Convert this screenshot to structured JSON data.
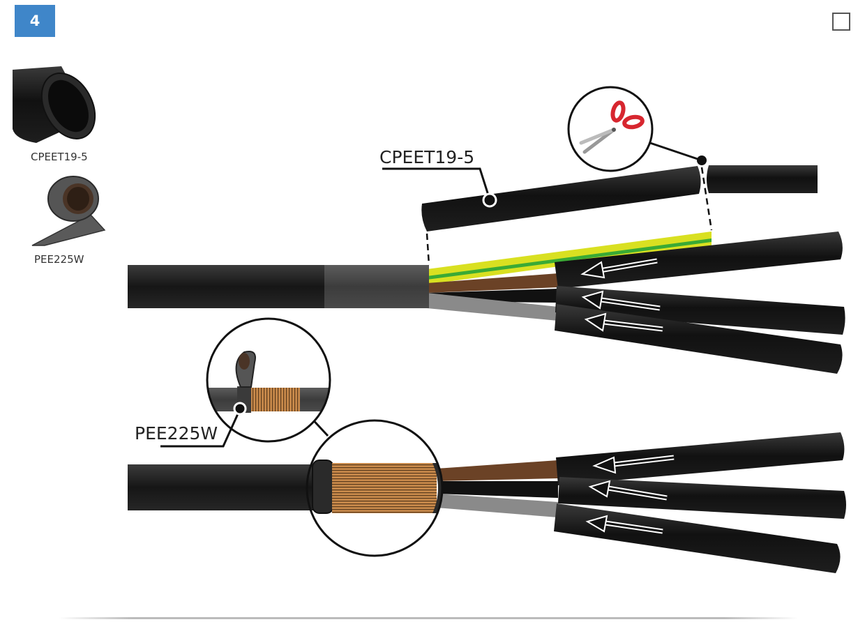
{
  "step": {
    "number": "4"
  },
  "parts": [
    {
      "code": "CPEET19-5",
      "icon": "heat-shrink-tube-icon"
    },
    {
      "code": "PEE225W",
      "icon": "tape-roll-icon"
    }
  ],
  "callouts": {
    "tube": "CPEET19-5",
    "tape": "PEE225W"
  },
  "colors": {
    "badge": "#3f86c9",
    "cable": "#222222",
    "earth_yellow": "#d9e021",
    "earth_green": "#3aaa35",
    "brown": "#6b4226",
    "grey": "#8a8a8a",
    "scissors": "#d7262f",
    "copper": "#c98a4b"
  }
}
